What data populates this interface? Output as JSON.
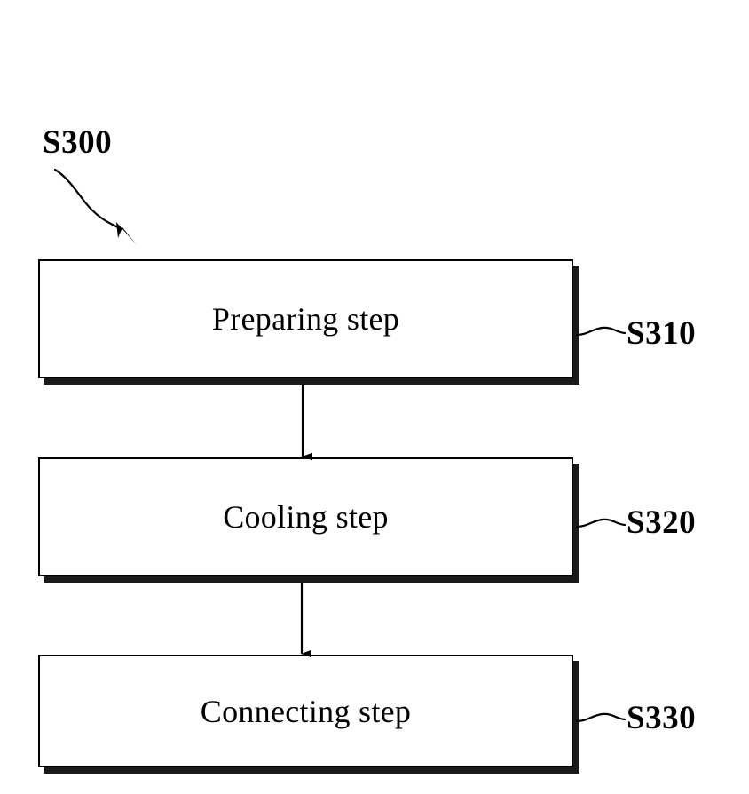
{
  "diagram": {
    "type": "process-flowchart",
    "overall_reference": "S300",
    "steps": [
      {
        "id": "step-1",
        "label": "Preparing step",
        "reference": "S310"
      },
      {
        "id": "step-2",
        "label": "Cooling step",
        "reference": "S320"
      },
      {
        "id": "step-3",
        "label": "Connecting step",
        "reference": "S330"
      }
    ],
    "connectors": [
      {
        "from": "step-1",
        "to": "step-2",
        "arrow": "down"
      },
      {
        "from": "step-2",
        "to": "step-3",
        "arrow": "down"
      }
    ],
    "colors": {
      "background": "#ffffff",
      "stroke": "#000000",
      "shadow": "#1a1a1a",
      "text": "#000000"
    }
  }
}
